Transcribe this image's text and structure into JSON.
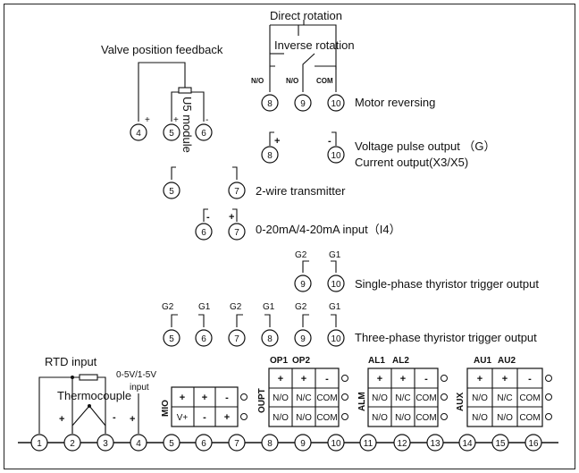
{
  "labels": {
    "direct_rotation": "Direct rotation",
    "inverse_rotation": "Inverse rotation",
    "valve_feedback": "Valve position feedback",
    "u5_module": "U5 module",
    "motor_reversing": "Motor reversing",
    "voltage_pulse": "Voltage pulse output （G）",
    "current_output": "Current output(X3/X5)",
    "two_wire": "2-wire transmitter",
    "ma_input": "0-20mA/4-20mA input（I4）",
    "single_phase": "Single-phase thyristor trigger output",
    "three_phase": "Three-phase thyristor trigger output",
    "rtd_input": "RTD input",
    "thermocouple": "Thermocouple",
    "voltage_input_line1": "0-5V/1-5V",
    "voltage_input_line2": "input",
    "no": "N/O",
    "com": "COM",
    "g1": "G1",
    "g2": "G2",
    "plus": "+",
    "minus": "-"
  },
  "terminal_numbers": [
    "1",
    "2",
    "3",
    "4",
    "5",
    "6",
    "7",
    "8",
    "9",
    "10",
    "11",
    "12",
    "13",
    "14",
    "15",
    "16"
  ],
  "modules": {
    "mio": {
      "label": "MIO",
      "row1": [
        "+",
        "+",
        "-"
      ],
      "row2": [
        "V+",
        "-",
        "+"
      ]
    },
    "oupt": {
      "label": "OUPT",
      "header": [
        "OP1",
        "OP2"
      ],
      "row1": [
        "+",
        "+",
        "-"
      ],
      "row2": [
        "N/O",
        "N/C",
        "COM"
      ],
      "row3": [
        "N/O",
        "N/O",
        "COM"
      ]
    },
    "alm": {
      "label": "ALM",
      "header": [
        "AL1",
        "AL2"
      ],
      "row1": [
        "+",
        "+",
        "-"
      ],
      "row2": [
        "N/O",
        "N/C",
        "COM"
      ],
      "row3": [
        "N/O",
        "N/O",
        "COM"
      ]
    },
    "aux": {
      "label": "AUX",
      "header": [
        "AU1",
        "AU2"
      ],
      "row1": [
        "+",
        "+",
        "-"
      ],
      "row2": [
        "N/O",
        "N/C",
        "COM"
      ],
      "row3": [
        "N/O",
        "N/O",
        "COM"
      ]
    }
  }
}
